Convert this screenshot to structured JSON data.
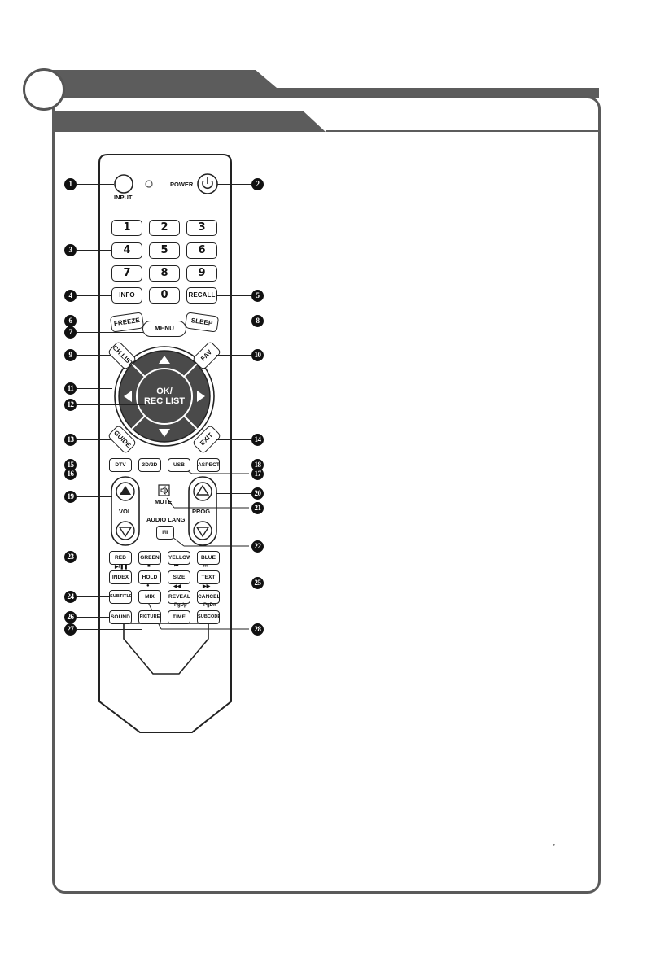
{
  "remote": {
    "input_label": "INPUT",
    "power_label": "POWER",
    "numbers": [
      "1",
      "2",
      "3",
      "4",
      "5",
      "6",
      "7",
      "8",
      "9",
      "0"
    ],
    "info": "INFO",
    "recall": "RECALL",
    "freeze": "FREEZE",
    "menu": "MENU",
    "sleep": "SLEEP",
    "ch_list": "CH.LIST",
    "fav": "FAV",
    "ok": "OK/",
    "rec_list": "REC LIST",
    "guide": "GUIDE",
    "exit": "EXIT",
    "dtv": "DTV",
    "3d2d": "3D/2D",
    "usb": "USB",
    "aspect": "ASPECT",
    "vol": "VOL",
    "mute": "MUTE",
    "prog": "PROG",
    "audio_lang": "AUDIO LANG",
    "i_ii": "I/II",
    "red": "RED",
    "green": "GREEN",
    "yellow": "YELLOW",
    "blue": "BLUE",
    "index": "INDEX",
    "hold": "HOLD",
    "size": "SIZE",
    "text": "TEXT",
    "subtitle": "SUBTITLE",
    "mix": "MIX",
    "reveal": "REVEAL",
    "cancel": "CANCEL",
    "sound": "SOUND",
    "picture": "PICTURE",
    "time": "TIME",
    "subcode": "SUBCODE",
    "pgup": "PgUp",
    "pgdn": "PgDn",
    "play_pause_sym": "▶/❚❚",
    "stop_sym": "■",
    "prev_sym": "⏮",
    "next_sym": "⏭",
    "rew_sym": "◀◀",
    "ff_sym": "▶▶",
    "rec_sym": "●"
  },
  "callouts": [
    "1",
    "2",
    "3",
    "4",
    "5",
    "6",
    "7",
    "8",
    "9",
    "10",
    "11",
    "12",
    "13",
    "14",
    "15",
    "16",
    "17",
    "18",
    "19",
    "20",
    "21",
    "22",
    "23",
    "24",
    "25",
    "26",
    "27",
    "28"
  ],
  "footer_mark": "°",
  "colors": {
    "band": "#5c5c5c",
    "frame": "#5a5a5a",
    "dpad": "#4a4a4a"
  }
}
